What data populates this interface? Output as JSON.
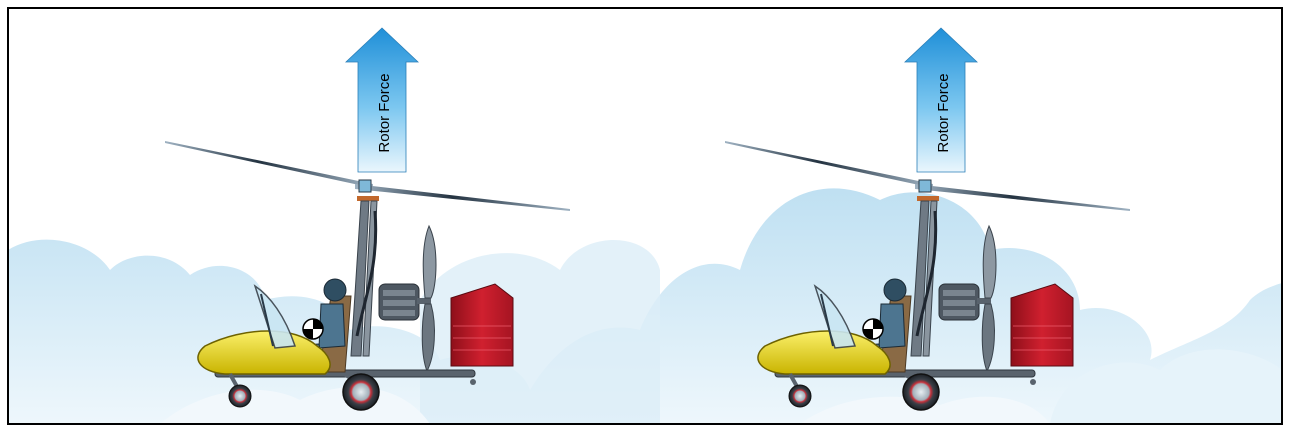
{
  "figure": {
    "panels": [
      {
        "id": "left",
        "arrow_label": "Rotor Force"
      },
      {
        "id": "right",
        "arrow_label": "Rotor Force"
      }
    ]
  },
  "colors": {
    "border": "#000000",
    "sky": "#ffffff",
    "cloud": "#cfe6f3",
    "arrow_top": "#1f8fd8",
    "arrow_bottom": "#eaf6fd",
    "nose_yellow": "#f2e21b",
    "tail_red": "#c8192a",
    "frame_gray": "#5d6670",
    "rotor_blade": "#33414f"
  }
}
